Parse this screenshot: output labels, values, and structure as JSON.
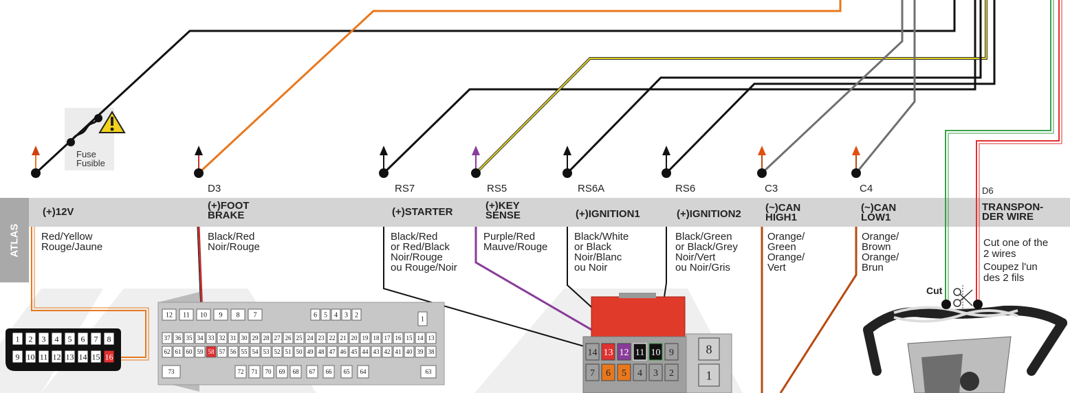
{
  "side_label": "ATLAS",
  "fuse_label": [
    "Fuse",
    "Fusible"
  ],
  "cut_label": "Cut",
  "colors": {
    "band": "#d4d4d4",
    "side": "#a9a9a9",
    "orange": "#e8781e",
    "rust": "#b84a10",
    "yellow": "#e0d020",
    "purple": "#8a3c9a",
    "green": "#3aa04a",
    "red": "#e03030",
    "gray": "#707070"
  },
  "circuits": [
    {
      "code": "",
      "function": "(+)12V",
      "desc": [
        "Red/Yellow",
        "Rouge/Jaune"
      ]
    },
    {
      "code": "D3",
      "function": "(+)FOOT BRAKE",
      "desc": [
        "Black/Red",
        "Noir/Rouge"
      ]
    },
    {
      "code": "RS7",
      "function": "(+)STARTER",
      "desc": [
        "Black/Red",
        "or Red/Black",
        "Noir/Rouge",
        "ou Rouge/Noir"
      ]
    },
    {
      "code": "RS5",
      "function": "(+)KEY SENSE",
      "desc": [
        "Purple/Red",
        "Mauve/Rouge"
      ]
    },
    {
      "code": "RS6A",
      "function": "(+)IGNITION1",
      "desc": [
        "Black/White",
        "or Black",
        "Noir/Blanc",
        "ou Noir"
      ]
    },
    {
      "code": "RS6",
      "function": "(+)IGNITION2",
      "desc": [
        "Black/Green",
        "or Black/Grey",
        "Noir/Vert",
        "ou Noir/Gris"
      ]
    },
    {
      "code": "C3",
      "function": "(~)CAN HIGH1",
      "desc": [
        "Orange/",
        "Green",
        "Orange/",
        "Vert"
      ]
    },
    {
      "code": "C4",
      "function": "(~)CAN LOW1",
      "desc": [
        "Orange/",
        "Brown",
        "Orange/",
        "Brun"
      ]
    },
    {
      "code": "D6",
      "function": "TRANSPON- DER WIRE",
      "desc": [
        "Cut one of the",
        "2 wires",
        "Coupez l'un",
        "des 2 fils"
      ]
    }
  ],
  "obd_pins": [
    "1",
    "2",
    "3",
    "4",
    "5",
    "6",
    "7",
    "8",
    "9",
    "10",
    "11",
    "12",
    "13",
    "14",
    "15",
    "16"
  ],
  "ecu_pins": {
    "top": [
      "12",
      "11",
      "10",
      "9",
      "8",
      "7",
      "6",
      "5",
      "4",
      "3",
      "2",
      "1"
    ],
    "mid": [
      "37",
      "36",
      "35",
      "34",
      "33",
      "32",
      "31",
      "30",
      "29",
      "28",
      "27",
      "26",
      "25",
      "24",
      "23",
      "22",
      "21",
      "20",
      "19",
      "18",
      "17",
      "16",
      "15",
      "14",
      "13"
    ],
    "low": [
      "62",
      "61",
      "60",
      "59",
      "58",
      "57",
      "56",
      "55",
      "54",
      "53",
      "52",
      "51",
      "50",
      "49",
      "48",
      "47",
      "46",
      "45",
      "44",
      "43",
      "42",
      "41",
      "40",
      "39",
      "38"
    ],
    "bot": [
      "73",
      "72",
      "71",
      "70",
      "69",
      "68",
      "67",
      "66",
      "65",
      "64",
      "63"
    ]
  },
  "ign_pins": {
    "top": [
      "14",
      "13",
      "12",
      "11",
      "10",
      "9"
    ],
    "bot": [
      "7",
      "6",
      "5",
      "4",
      "3",
      "2"
    ],
    "side": [
      "8",
      "1"
    ]
  }
}
